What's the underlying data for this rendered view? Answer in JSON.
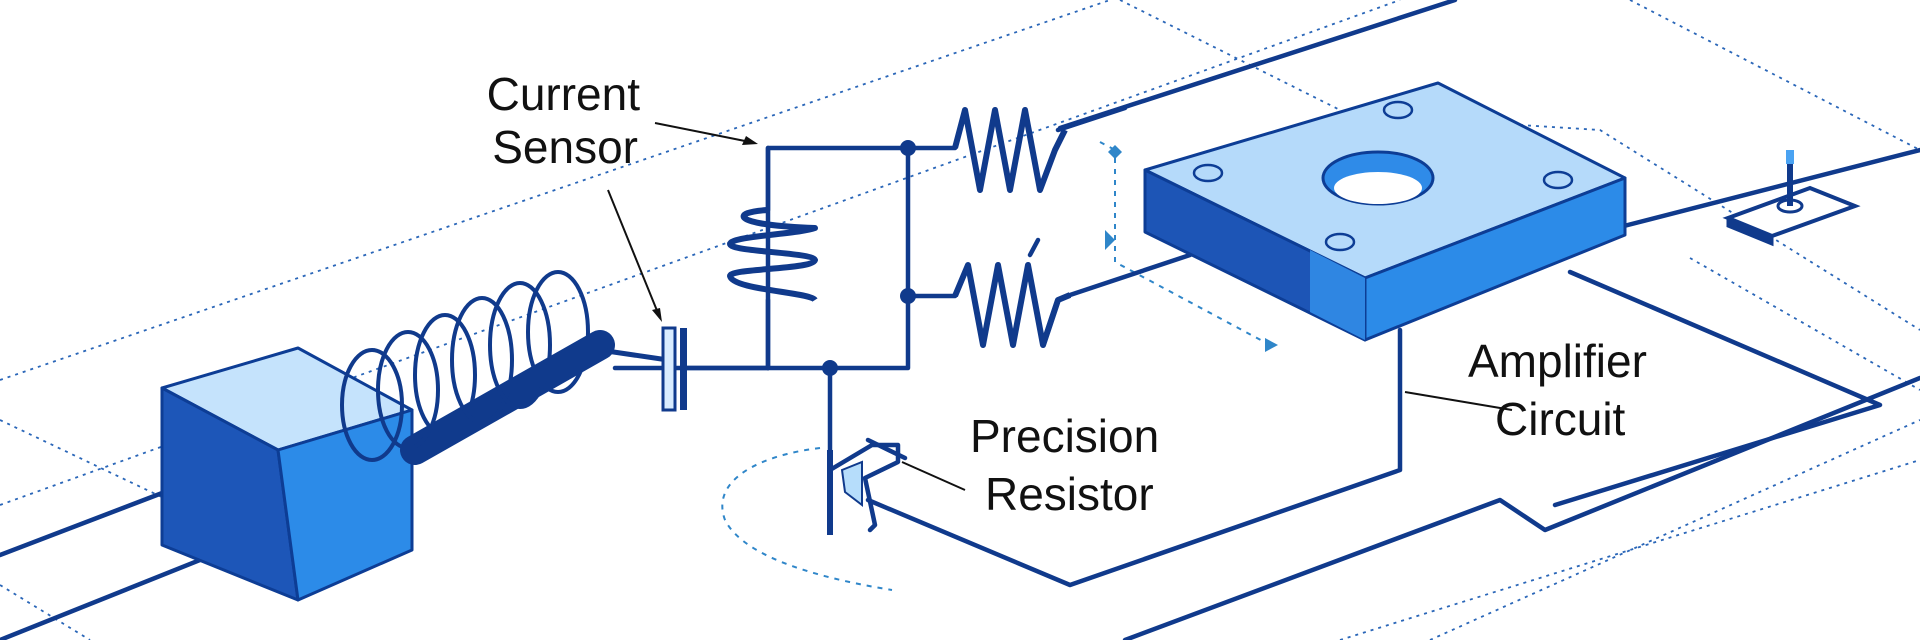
{
  "labels": {
    "current_sensor": [
      "Current",
      "Sensor"
    ],
    "precision_resistor": [
      "Precision",
      "Resistor"
    ],
    "amplifier_circuit": [
      "Amplifier",
      "Circuit"
    ]
  },
  "colors": {
    "wire": "#103a8c",
    "dashed_guide": "#2f86c9",
    "block_top": "#bfe0fb",
    "block_front": "#1f5fc0",
    "block_side": "#2f8be8",
    "label_text": "#111111"
  },
  "icons": [
    "solenoid-coil-icon",
    "resistor-icon",
    "capacitor-icon",
    "transistor-icon",
    "amplifier-chip-icon",
    "terminal-connector-icon"
  ]
}
